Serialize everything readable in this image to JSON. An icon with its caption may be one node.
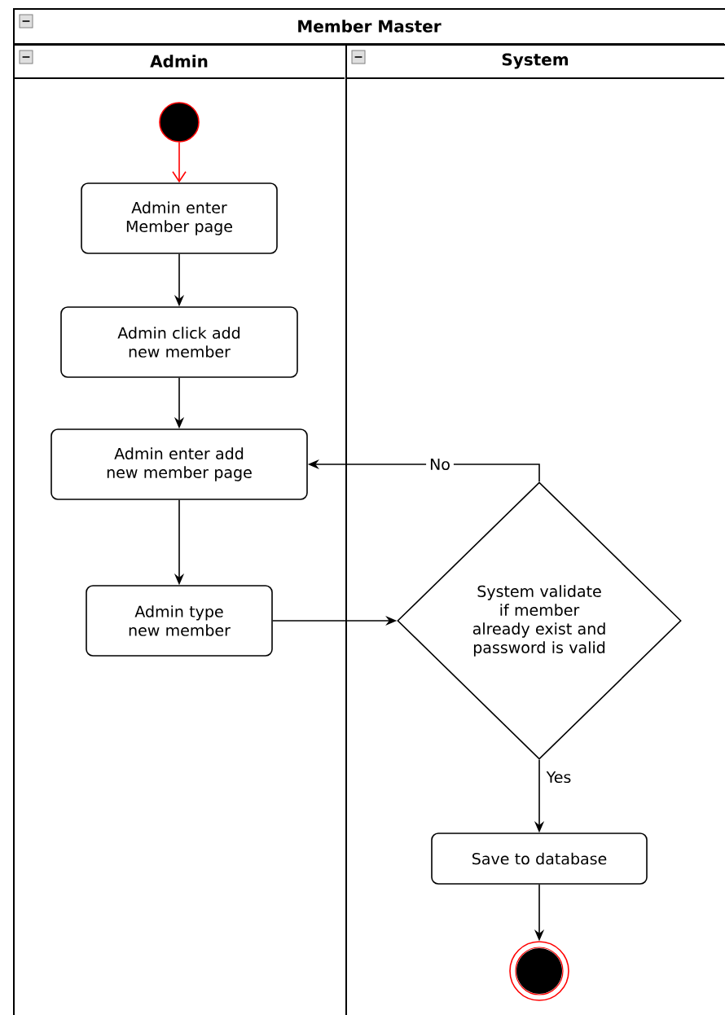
{
  "diagram": {
    "nodes": [
      {
        "text": [
          "Member  Master"
        ]
      },
      {
        "text": [
          "Admin"
        ],
        "in": 0
      },
      {
        "text": [
          "System"
        ],
        "in": 0
      },
      {
        "text": [],
        "shape": "circle",
        "in": 1
      },
      {
        "text": [
          "Admin enter Member page"
        ],
        "in": 1
      },
      {
        "text": [
          "Admin click add new member"
        ],
        "in": 1
      },
      {
        "text": [
          "Admin enter add new member page"
        ],
        "in": 1
      },
      {
        "text": [
          "Admin type new member"
        ],
        "in": 1
      },
      {
        "text": [
          "System validate if member already exist and password is valid"
        ],
        "in": 2
      },
      {
        "text": [
          "Save to database"
        ],
        "in": 2
      },
      {
        "text": [],
        "shape": "circle",
        "in": 2
      }
    ],
    "edges": [
      {
        "from": 3,
        "to": 4,
        "arrow": "to",
        "color": "#ff0000"
      },
      {
        "from": 4,
        "to": 5,
        "arrow": "to"
      },
      {
        "from": 5,
        "to": 6,
        "arrow": "to"
      },
      {
        "from": 6,
        "to": 7,
        "arrow": "to"
      },
      {
        "from": 7,
        "to": 8,
        "arrow": "to"
      },
      {
        "from": 8,
        "to": 6,
        "arrow": "to",
        "label": "No"
      },
      {
        "from": 8,
        "to": 9,
        "arrow": "to",
        "label": "Yes"
      },
      {
        "from": 9,
        "to": 10,
        "arrow": "to"
      }
    ]
  }
}
